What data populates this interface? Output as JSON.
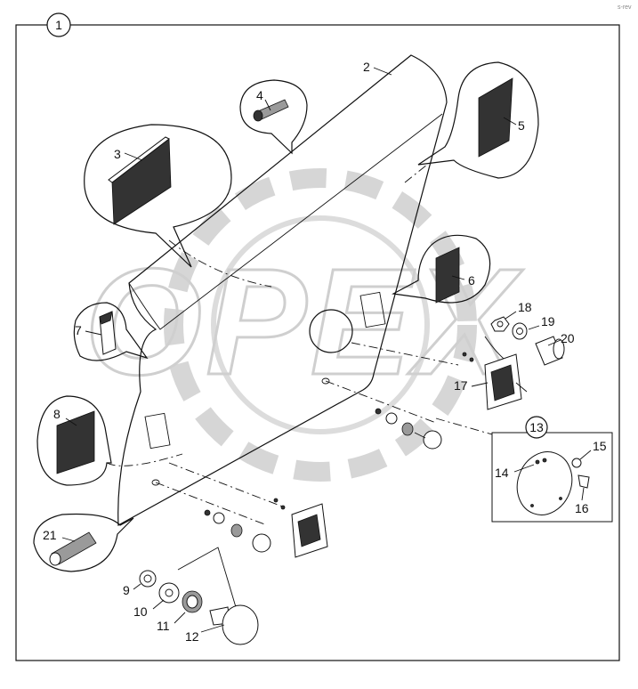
{
  "corner_code": "s-rev",
  "watermark": "OPEX",
  "callouts": [
    {
      "id": "c1",
      "text": "1"
    },
    {
      "id": "c2",
      "text": "2"
    },
    {
      "id": "c3",
      "text": "3"
    },
    {
      "id": "c4",
      "text": "4"
    },
    {
      "id": "c5",
      "text": "5"
    },
    {
      "id": "c6",
      "text": "6"
    },
    {
      "id": "c7",
      "text": "7"
    },
    {
      "id": "c8",
      "text": "8"
    },
    {
      "id": "c9",
      "text": "9"
    },
    {
      "id": "c10",
      "text": "10"
    },
    {
      "id": "c11",
      "text": "11"
    },
    {
      "id": "c12",
      "text": "12"
    },
    {
      "id": "c13",
      "text": "13"
    },
    {
      "id": "c14",
      "text": "14"
    },
    {
      "id": "c15",
      "text": "15"
    },
    {
      "id": "c16",
      "text": "16"
    },
    {
      "id": "c17",
      "text": "17"
    },
    {
      "id": "c18",
      "text": "18"
    },
    {
      "id": "c19",
      "text": "19"
    },
    {
      "id": "c20",
      "text": "20"
    },
    {
      "id": "c21",
      "text": "21"
    }
  ]
}
